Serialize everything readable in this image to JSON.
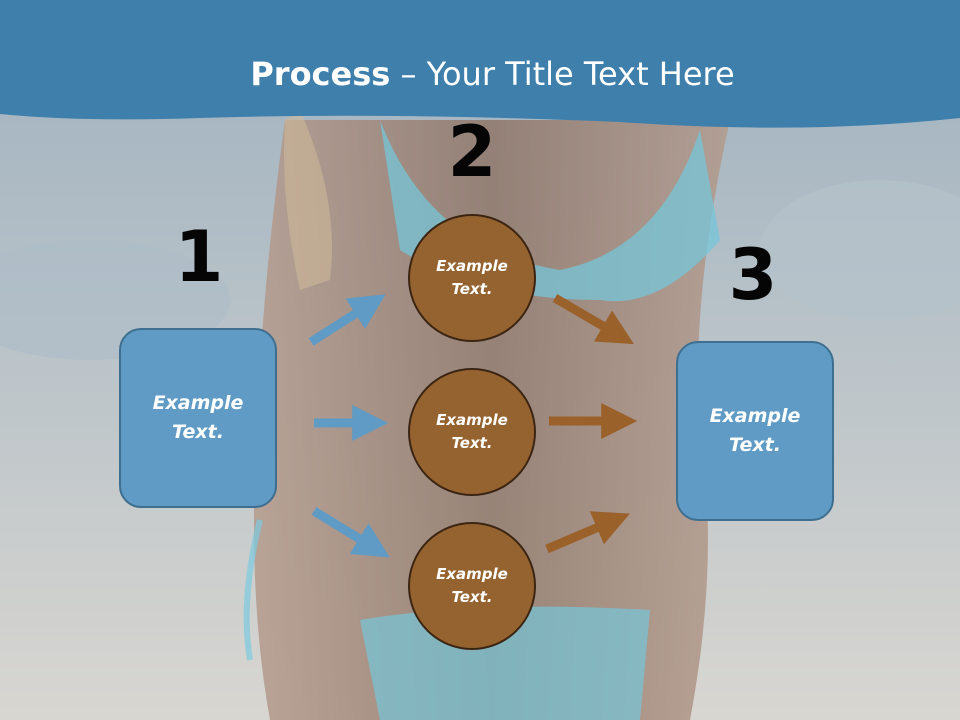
{
  "title": {
    "bold": "Process",
    "rest": " – Your Title Text Here"
  },
  "steps": [
    {
      "number": "1",
      "text": "Example Text."
    },
    {
      "number": "2",
      "items": [
        "Example Text.",
        "Example Text.",
        "Example Text."
      ]
    },
    {
      "number": "3",
      "text": "Example Text."
    }
  ],
  "colors": {
    "header": "#3f7fab",
    "box": "#5f9bc4",
    "circle": "#956330",
    "arrow_blue": "#5f9bc4",
    "arrow_brown": "#9a612b"
  }
}
